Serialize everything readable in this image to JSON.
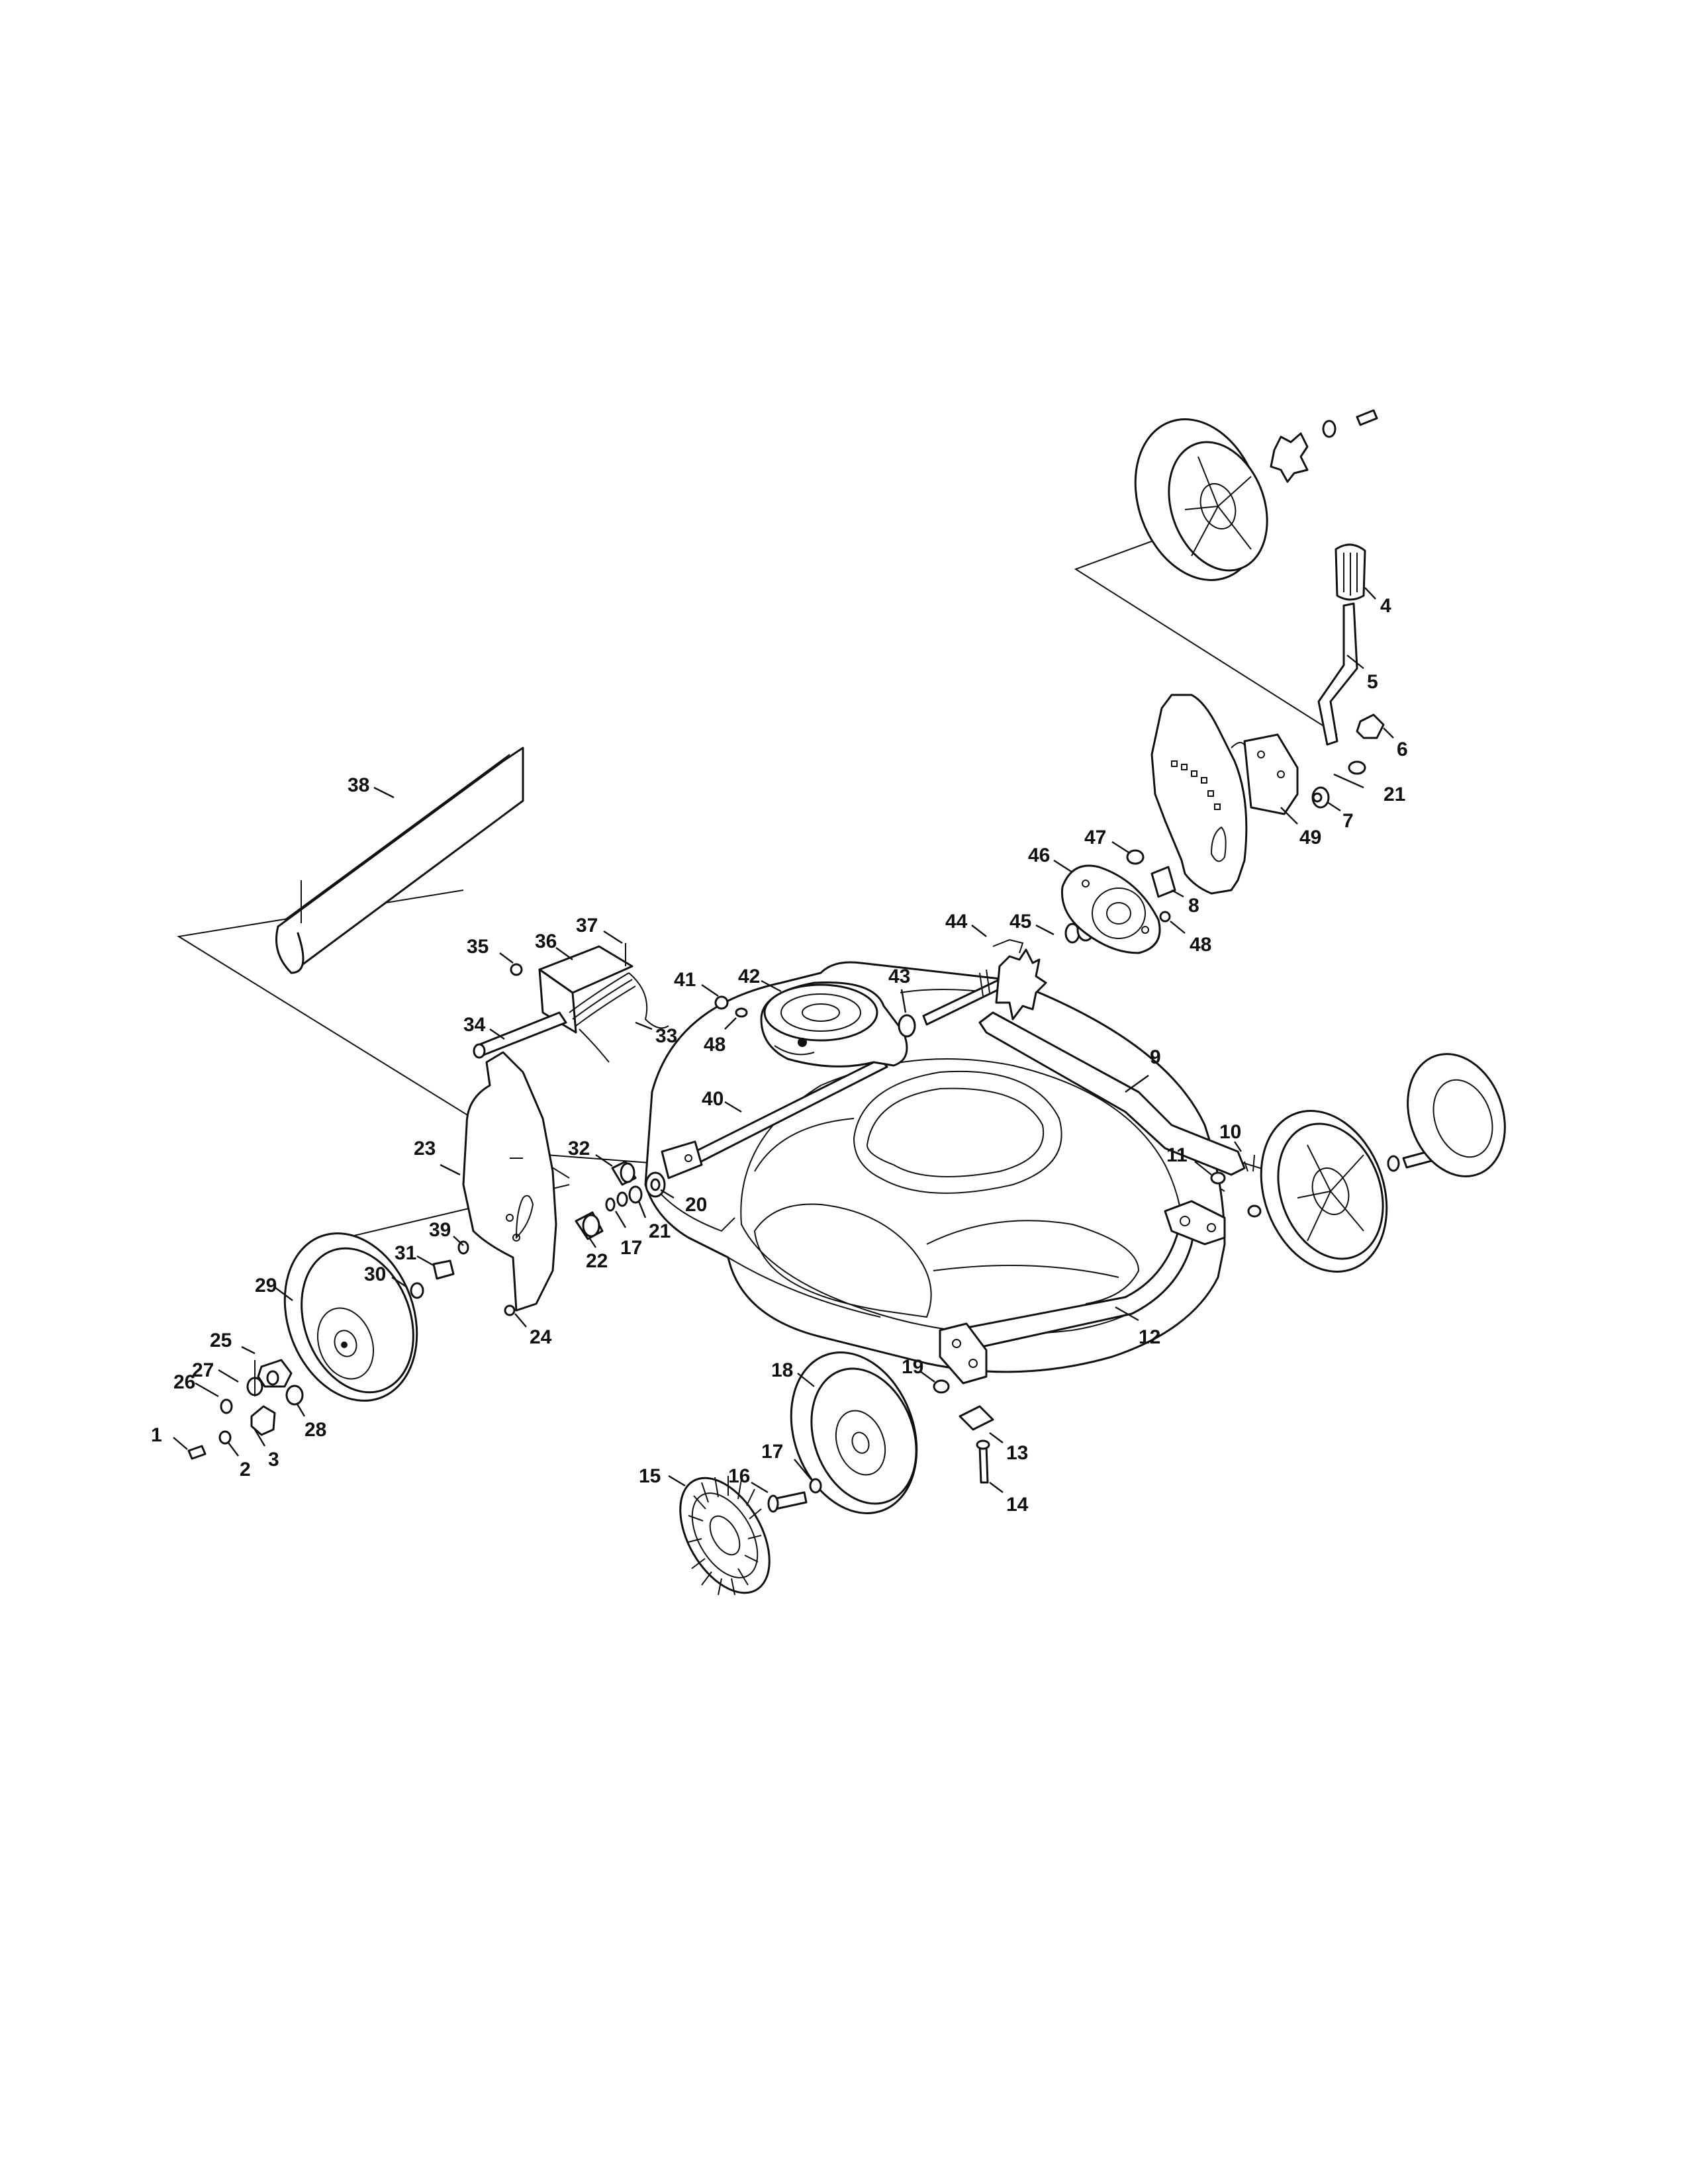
{
  "diagram": {
    "type": "exploded parts diagram",
    "colors": {
      "line": "#111111",
      "background": "#ffffff"
    },
    "callouts": [
      {
        "id": "c1",
        "label": "1"
      },
      {
        "id": "c2",
        "label": "2"
      },
      {
        "id": "c3",
        "label": "3"
      },
      {
        "id": "c4",
        "label": "4"
      },
      {
        "id": "c5",
        "label": "5"
      },
      {
        "id": "c6",
        "label": "6"
      },
      {
        "id": "c7",
        "label": "7"
      },
      {
        "id": "c8",
        "label": "8"
      },
      {
        "id": "c9",
        "label": "9"
      },
      {
        "id": "c10",
        "label": "10"
      },
      {
        "id": "c11",
        "label": "11"
      },
      {
        "id": "c12",
        "label": "12"
      },
      {
        "id": "c13",
        "label": "13"
      },
      {
        "id": "c14",
        "label": "14"
      },
      {
        "id": "c15",
        "label": "15"
      },
      {
        "id": "c16",
        "label": "16"
      },
      {
        "id": "c17a",
        "label": "17"
      },
      {
        "id": "c17b",
        "label": "17"
      },
      {
        "id": "c18",
        "label": "18"
      },
      {
        "id": "c19",
        "label": "19"
      },
      {
        "id": "c20",
        "label": "20"
      },
      {
        "id": "c21a",
        "label": "21"
      },
      {
        "id": "c21b",
        "label": "21"
      },
      {
        "id": "c22",
        "label": "22"
      },
      {
        "id": "c23",
        "label": "23"
      },
      {
        "id": "c24",
        "label": "24"
      },
      {
        "id": "c25",
        "label": "25"
      },
      {
        "id": "c26",
        "label": "26"
      },
      {
        "id": "c27",
        "label": "27"
      },
      {
        "id": "c28",
        "label": "28"
      },
      {
        "id": "c29",
        "label": "29"
      },
      {
        "id": "c30",
        "label": "30"
      },
      {
        "id": "c31",
        "label": "31"
      },
      {
        "id": "c32",
        "label": "32"
      },
      {
        "id": "c33",
        "label": "33"
      },
      {
        "id": "c34",
        "label": "34"
      },
      {
        "id": "c35",
        "label": "35"
      },
      {
        "id": "c36",
        "label": "36"
      },
      {
        "id": "c37",
        "label": "37"
      },
      {
        "id": "c38",
        "label": "38"
      },
      {
        "id": "c39",
        "label": "39"
      },
      {
        "id": "c40",
        "label": "40"
      },
      {
        "id": "c41",
        "label": "41"
      },
      {
        "id": "c42",
        "label": "42"
      },
      {
        "id": "c43",
        "label": "43"
      },
      {
        "id": "c44",
        "label": "44"
      },
      {
        "id": "c45",
        "label": "45"
      },
      {
        "id": "c46",
        "label": "46"
      },
      {
        "id": "c47",
        "label": "47"
      },
      {
        "id": "c48a",
        "label": "48"
      },
      {
        "id": "c48b",
        "label": "48"
      },
      {
        "id": "c49",
        "label": "49"
      }
    ]
  }
}
